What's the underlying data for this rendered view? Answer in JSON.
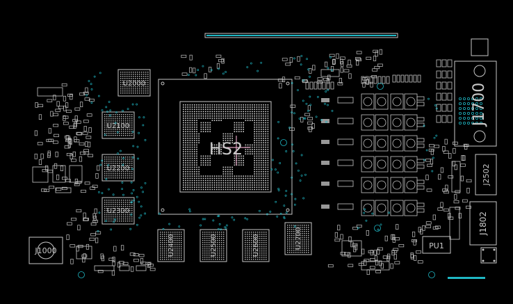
{
  "colors": {
    "background": "#000000",
    "silkscreen": "#c8c8c8",
    "pad": "#d8d8d8",
    "via": "#1fb7c4",
    "highlight": "#e0a0c0"
  },
  "labels": {
    "gpu": "HS2",
    "u2000": "U2000",
    "u2100": "U2100",
    "u2200": "U2200",
    "u2300": "U2300",
    "u2400": "U2400",
    "u2500": "U2500",
    "u2600": "U2600",
    "u2700": "U2700",
    "j1700": "J1700",
    "j2502": "J2502",
    "j1802": "J1802",
    "j1000": "J1000",
    "pu1": "PU1"
  }
}
